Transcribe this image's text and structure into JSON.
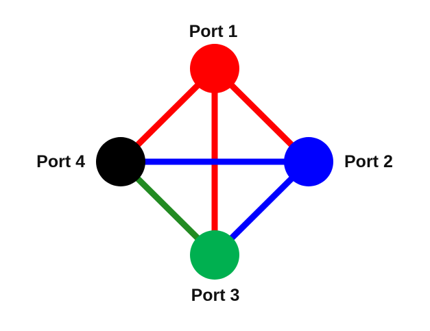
{
  "ports": [
    {
      "id": "p1",
      "label": "Port 1",
      "color": "#ff0000"
    },
    {
      "id": "p2",
      "label": "Port 2",
      "color": "#0000ff"
    },
    {
      "id": "p3",
      "label": "Port 3",
      "color": "#00b050"
    },
    {
      "id": "p4",
      "label": "Port 4",
      "color": "#000000"
    }
  ],
  "connections": [
    {
      "from": "p1",
      "to": "p2",
      "color": "#ff0000"
    },
    {
      "from": "p1",
      "to": "p3",
      "color": "#ff0000"
    },
    {
      "from": "p1",
      "to": "p4",
      "color": "#ff0000"
    },
    {
      "from": "p4",
      "to": "p2",
      "color": "#0000ff"
    },
    {
      "from": "p2",
      "to": "p3",
      "color": "#0000ff"
    },
    {
      "from": "p4",
      "to": "p3",
      "color": "#228b22"
    }
  ]
}
